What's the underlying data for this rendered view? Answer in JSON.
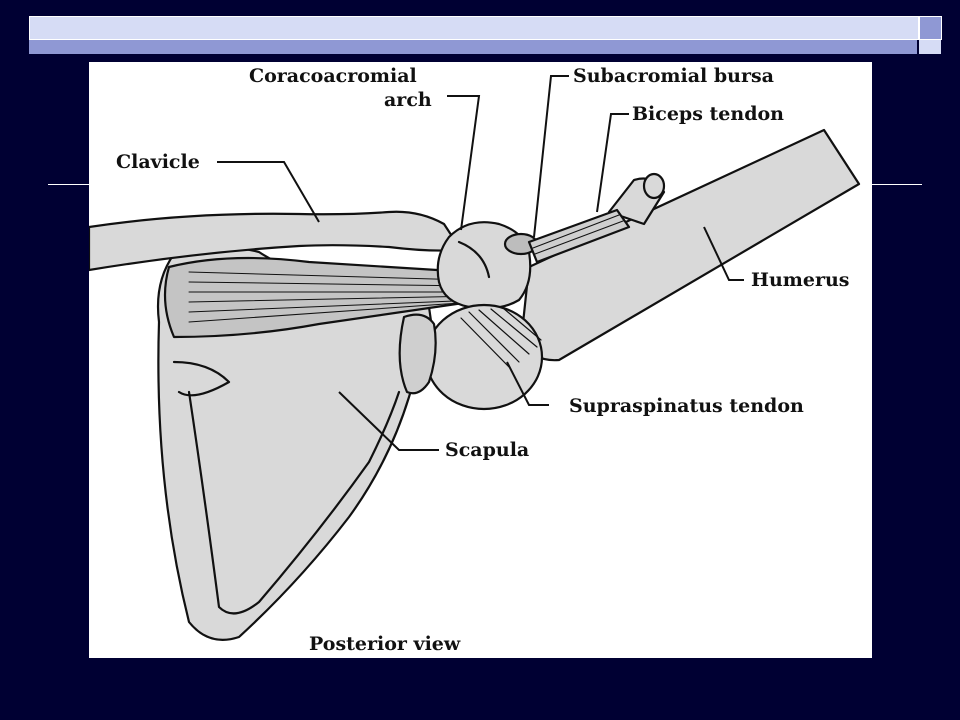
{
  "diagram": {
    "labels": {
      "coracoacromial_line1": "Coracoacromial",
      "coracoacromial_line2": "arch",
      "subacromial_bursa": "Subacromial bursa",
      "biceps_tendon": "Biceps tendon",
      "clavicle": "Clavicle",
      "humerus": "Humerus",
      "supraspinatus_tendon": "Supraspinatus tendon",
      "scapula": "Scapula",
      "posterior_view": "Posterior view"
    }
  },
  "colors": {
    "slide_background": "#000033",
    "bone_fill": "#d9d9d9",
    "line": "#111111"
  }
}
